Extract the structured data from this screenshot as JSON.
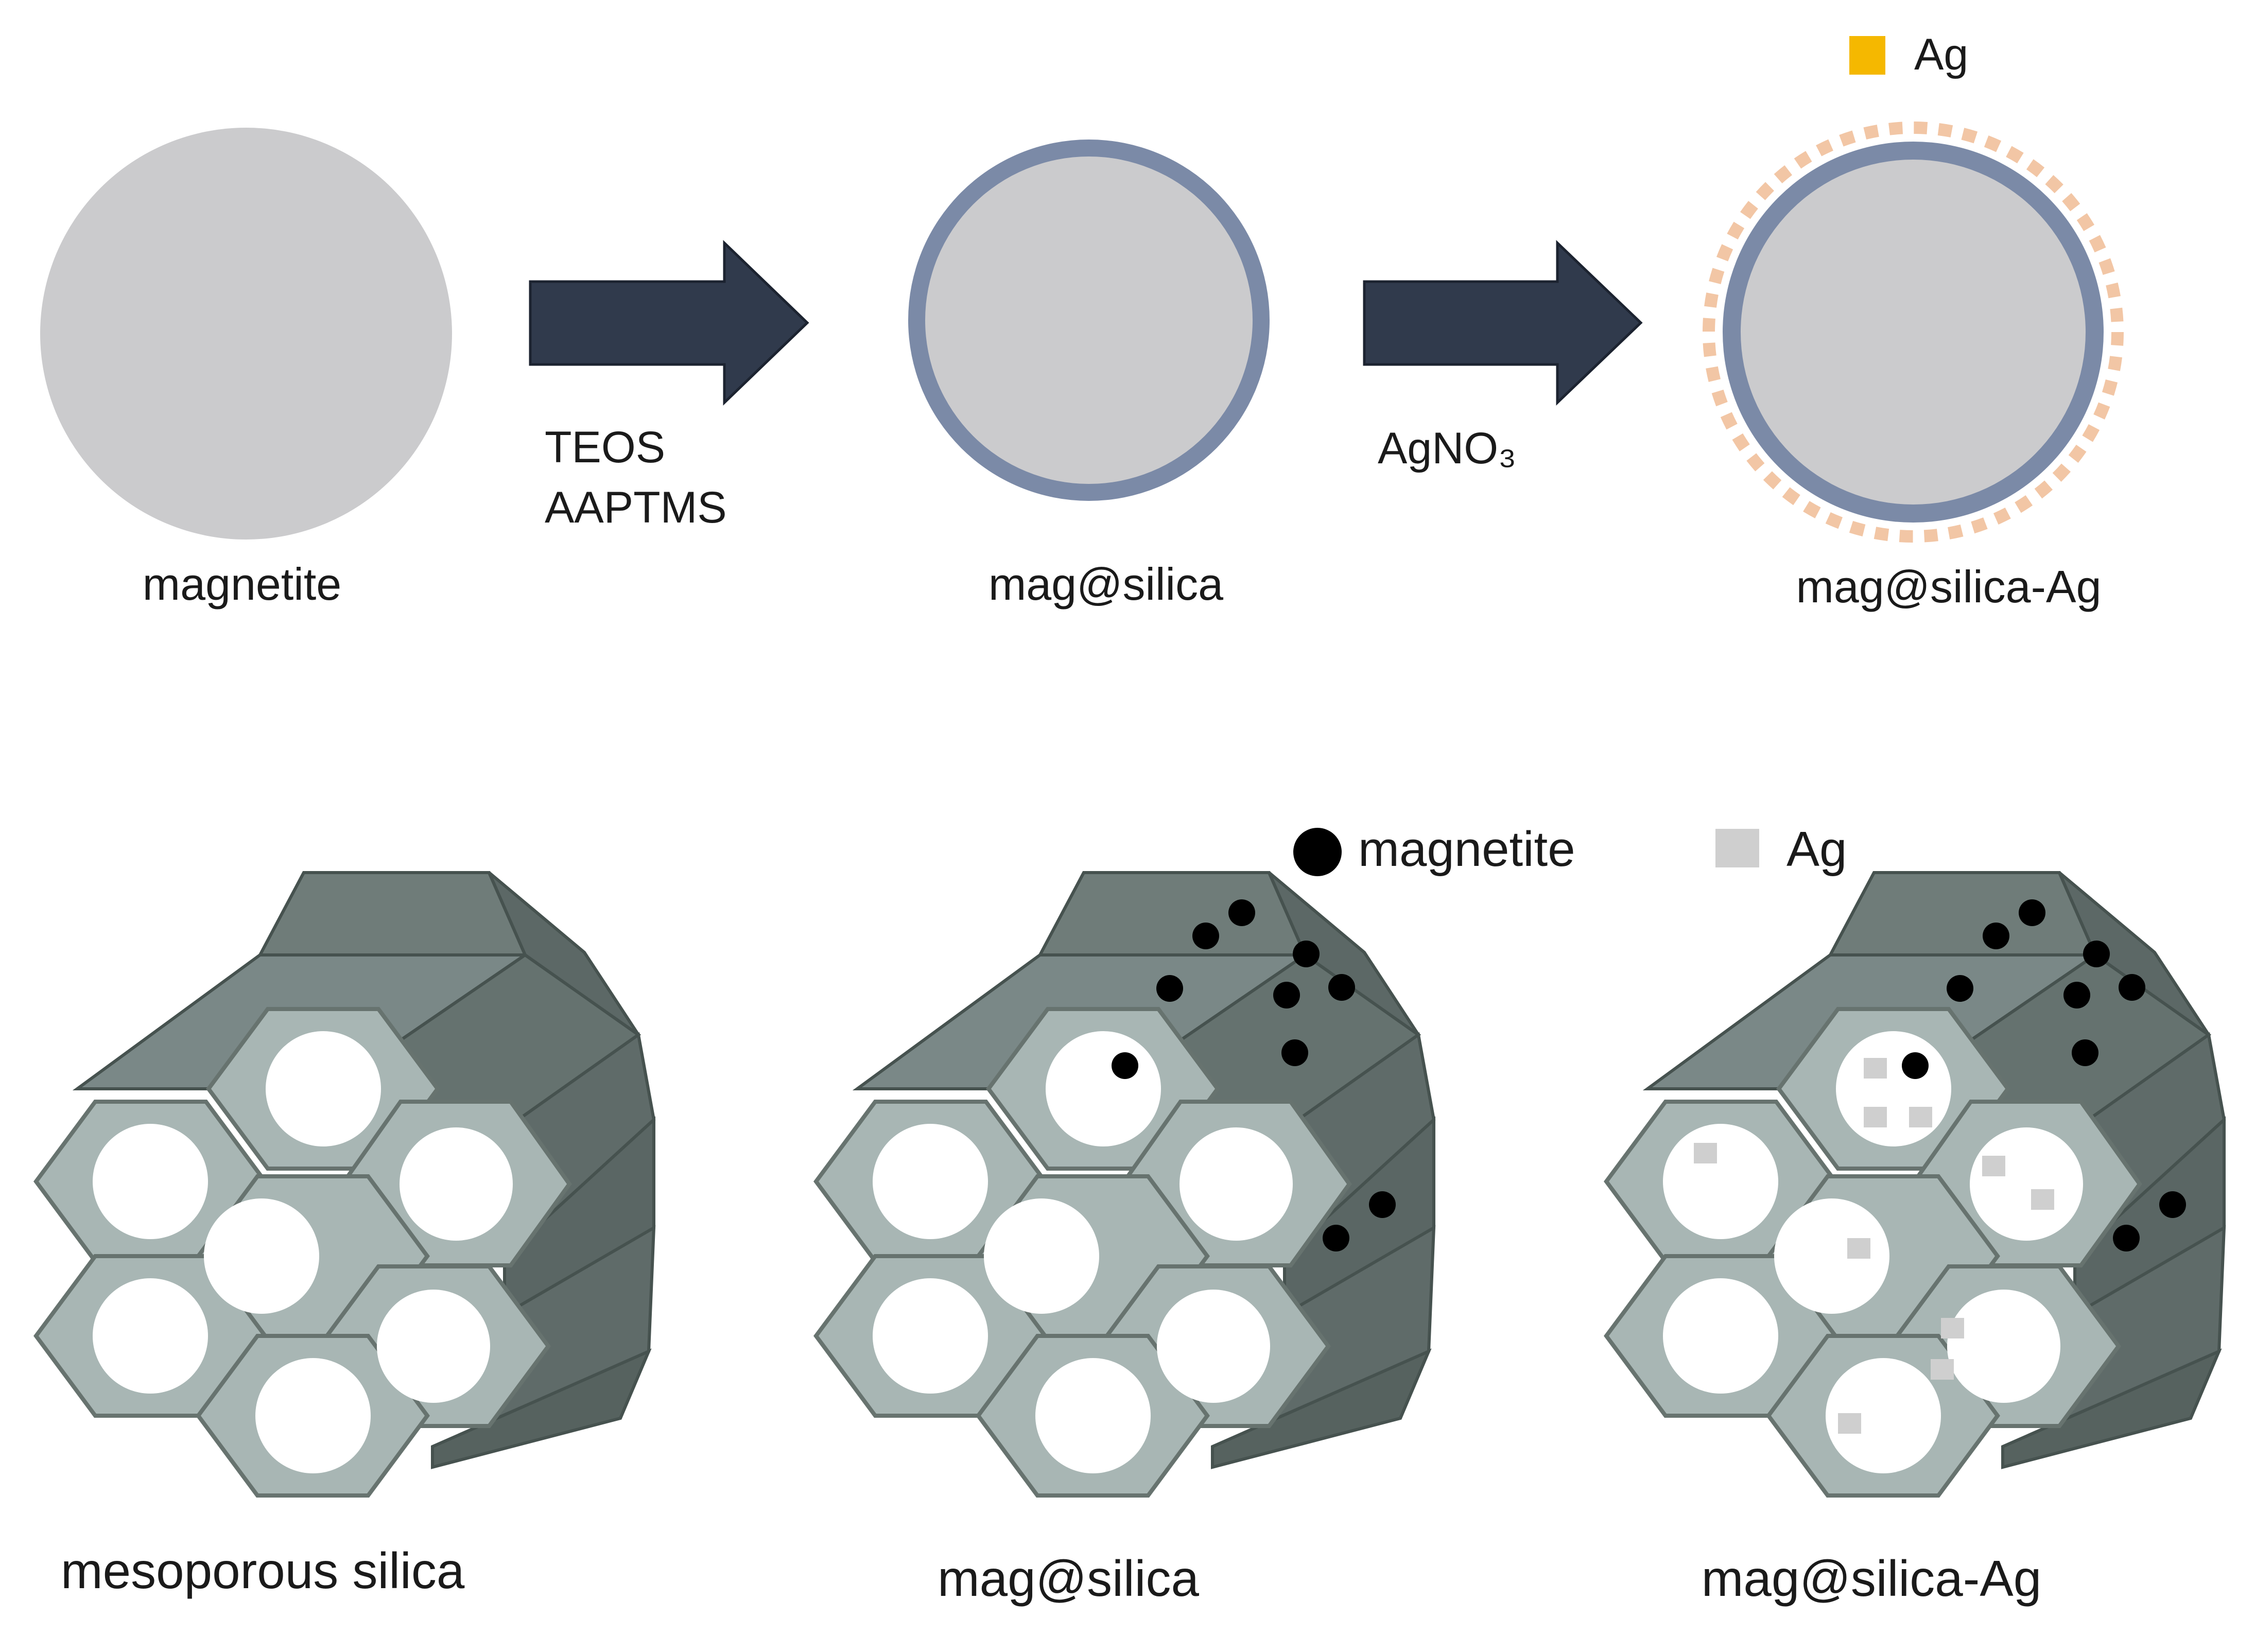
{
  "top_row": {
    "legend_ag_label": "Ag",
    "step1_name": "magnetite",
    "arrow1_reagent_1": "TEOS",
    "arrow1_reagent_2": "AAPTMS",
    "step2_name": "mag@silica",
    "arrow2_reagent": "AgNO₃",
    "step3_name": "mag@silica-Ag"
  },
  "bottom_row": {
    "legend_magnetite_label": "magnetite",
    "legend_ag_label": "Ag",
    "panel1_name": "mesoporous silica",
    "panel2_name": "mag@silica",
    "panel3_name": "mag@silica-Ag"
  },
  "colors": {
    "core_gray": "#cbcbcd",
    "silica_shell": "#7b8aa7",
    "arrow_navy": "#303a4c",
    "ag_top_yellow": "#f5b800",
    "ag_dot_peach": "#f2c6a5",
    "silica_face_light": "#a6b4b2",
    "silica_block_dark": "#5f6e6c",
    "magnetite_black": "#000000",
    "ag_square_gray": "#cfcfcf"
  },
  "icons": {
    "ag_legend_top": "yellow-square-icon",
    "magnetite_legend": "black-circle-icon",
    "ag_legend_bottom": "gray-square-icon"
  }
}
